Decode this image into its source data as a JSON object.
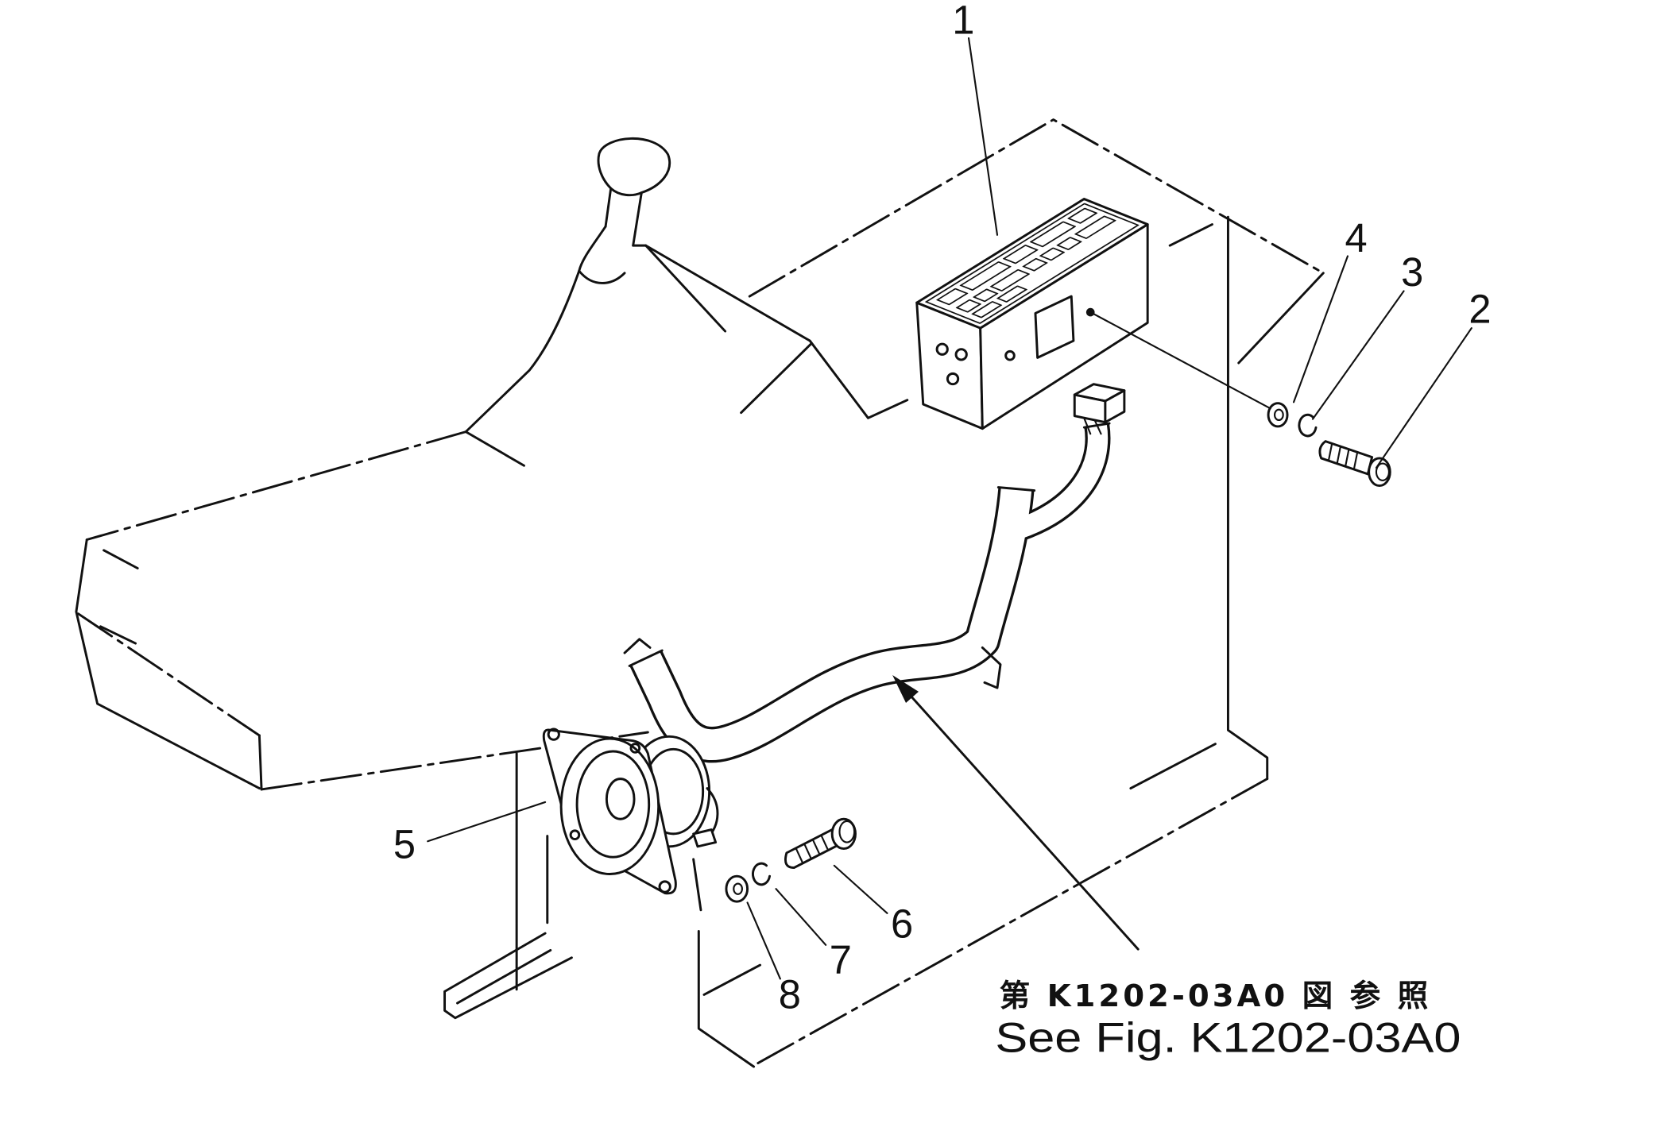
{
  "part_numbers": [
    "1",
    "2",
    "3",
    "4",
    "5",
    "6",
    "7",
    "8"
  ],
  "reference": {
    "japanese": "第 K1202-03A0 図 参 照",
    "english": "See Fig. K1202-03A0"
  }
}
